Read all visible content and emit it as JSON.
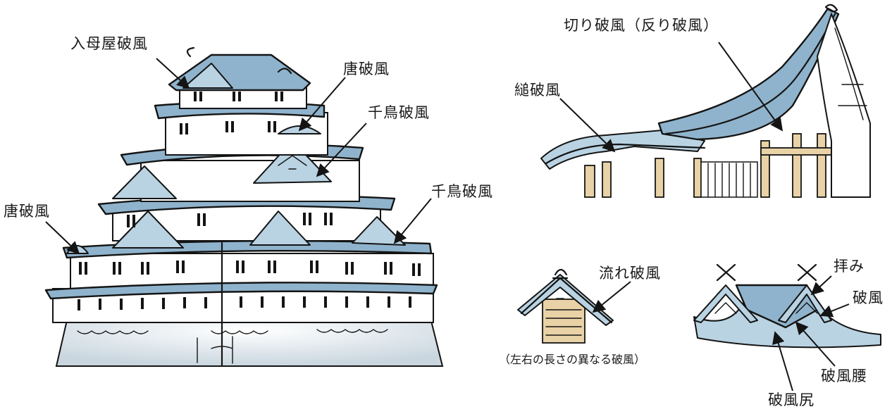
{
  "labels": {
    "irimoya_hafu": "入母屋破風",
    "kara_hafu_top": "唐破風",
    "chidori_hafu_1": "千鳥破風",
    "chidori_hafu_2": "千鳥破風",
    "kara_hafu_left": "唐破風",
    "kiri_hafu": "切り破風（反り破風）",
    "sugari_hafu": "縋破風",
    "nagare_hafu": "流れ破風",
    "nagare_hafu_note": "（左右の長さの異なる破風）",
    "ogami": "拝み",
    "hafu": "破風",
    "hafu_koshi": "破風腰",
    "hafu_jiri": "破風尻"
  },
  "colors": {
    "roof_blue": "#8fb3cc",
    "wood_tan": "#e8d2a6",
    "ink": "#141414"
  }
}
